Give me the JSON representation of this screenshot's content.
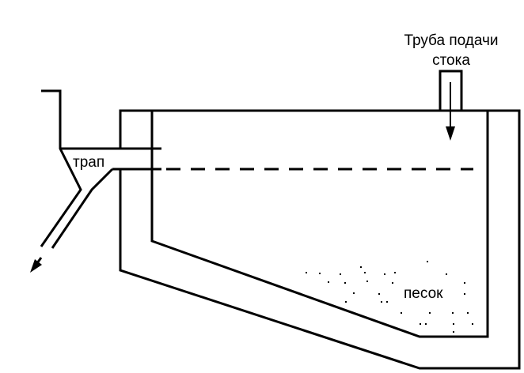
{
  "labels": {
    "inlet_pipe_line1": "Труба подачи",
    "inlet_pipe_line2": "стока",
    "trap": "трап",
    "sand": "песок"
  },
  "colors": {
    "line": "#000000",
    "background": "#ffffff"
  }
}
